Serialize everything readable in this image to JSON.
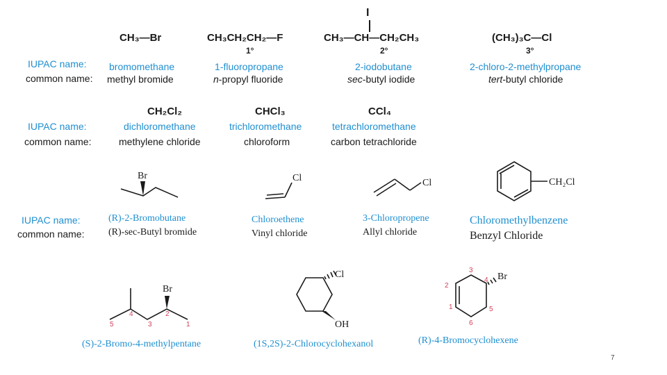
{
  "row1": {
    "label_iupac": "IUPAC name:",
    "label_common": "common name:",
    "compounds": [
      {
        "formula": "CH₃—Br",
        "degree": "",
        "iupac": "bromomethane",
        "common": "methyl bromide"
      },
      {
        "formula": "CH₃CH₂CH₂—F",
        "degree": "1°",
        "iupac": "1-fluoropropane",
        "common_prefix": "n",
        "common_rest": "-propyl fluoride"
      },
      {
        "formula_sub": "I",
        "formula": "CH₃—CH—CH₂CH₃",
        "degree": "2°",
        "iupac": "2-iodobutane",
        "common_prefix": "sec",
        "common_rest": "-butyl iodide"
      },
      {
        "formula": "(CH₃)₃C—Cl",
        "degree": "3°",
        "iupac": "2-chloro-2-methylpropane",
        "common_prefix": "tert",
        "common_rest": "-butyl chloride"
      }
    ]
  },
  "row2": {
    "label_iupac": "IUPAC name:",
    "label_common": "common name:",
    "compounds": [
      {
        "formula": "CH₂Cl₂",
        "iupac": "dichloromethane",
        "common": "methylene chloride"
      },
      {
        "formula": "CHCl₃",
        "iupac": "trichloromethane",
        "common": "chloroform"
      },
      {
        "formula": "CCl₄",
        "iupac": "tetrachloromethane",
        "common": "carbon tetrachloride"
      }
    ]
  },
  "row3": {
    "label_iupac": "IUPAC name:",
    "label_common": "common name:",
    "atom_br": "Br",
    "atom_cl": "Cl",
    "atom_ch2cl": "CH₂Cl",
    "compounds": [
      {
        "iupac": "(R)-2-Bromobutane",
        "common": "(R)-sec-Butyl bromide"
      },
      {
        "iupac": "Chloroethene",
        "common": "Vinyl chloride"
      },
      {
        "iupac": "3-Chloropropene",
        "common": "Allyl chloride"
      },
      {
        "iupac": "Chloromethylbenzene",
        "common": "Benzyl Chloride"
      }
    ]
  },
  "row4": {
    "atom_br": "Br",
    "atom_cl": "Cl",
    "atom_oh": "OH",
    "chain_numbers": [
      "5",
      "4",
      "3",
      "2",
      "1"
    ],
    "ring_numbers": [
      "1",
      "2",
      "3",
      "4",
      "5",
      "6"
    ],
    "compounds": [
      {
        "name": "(S)-2-Bromo-4-methylpentane"
      },
      {
        "name": "(1S,2S)-2-Chlorocyclohexanol"
      },
      {
        "name": "(R)-4-Bromocyclohexene"
      }
    ]
  },
  "page_number": "7"
}
